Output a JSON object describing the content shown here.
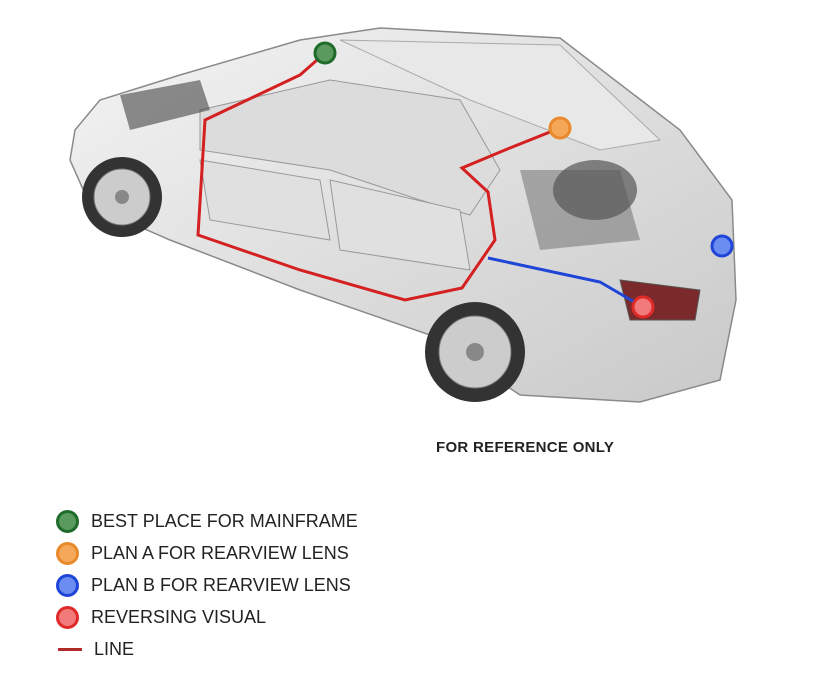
{
  "caption": "FOR REFERENCE ONLY",
  "legend": [
    {
      "label": "BEST PLACE FOR  MAINFRAME",
      "fill": "#5a9a5e",
      "stroke": "#1f6b2a"
    },
    {
      "label": "PLAN A FOR REARVIEW LENS",
      "fill": "#f5a85a",
      "stroke": "#e8892a"
    },
    {
      "label": "PLAN B FOR REARVIEW LENS",
      "fill": "#6b8cf0",
      "stroke": "#1f45d8"
    },
    {
      "label": "REVERSING VISUAL",
      "fill": "#f27a7a",
      "stroke": "#e02a2a"
    },
    {
      "label": "LINE",
      "color": "#b02a2a"
    }
  ]
}
